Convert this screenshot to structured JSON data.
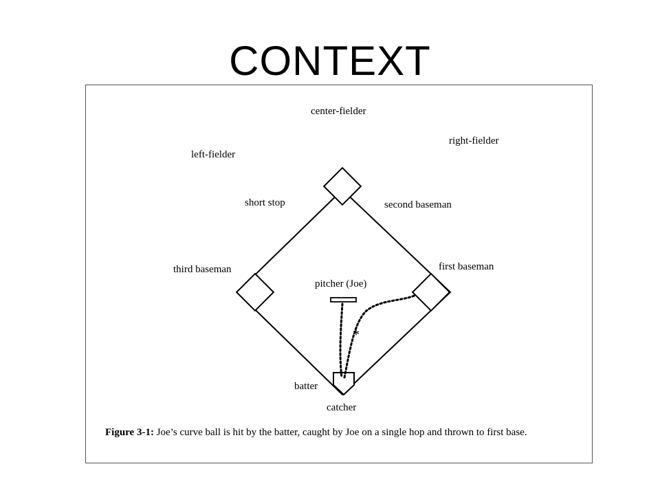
{
  "slide": {
    "title": "CONTEXT"
  },
  "figure": {
    "labels": {
      "center_fielder": "center-fielder",
      "right_fielder": "right-fielder",
      "left_fielder": "left-fielder",
      "short_stop": "short stop",
      "second_baseman": "second baseman",
      "third_baseman": "third baseman",
      "first_baseman": "first baseman",
      "pitcher": "pitcher (Joe)",
      "batter": "batter",
      "catcher": "catcher",
      "hop_marker": "*"
    },
    "caption": {
      "label": "Figure 3-1:",
      "text": "Joe’s curve ball is hit by the batter, caught by Joe on a  single hop and thrown to first base."
    }
  }
}
